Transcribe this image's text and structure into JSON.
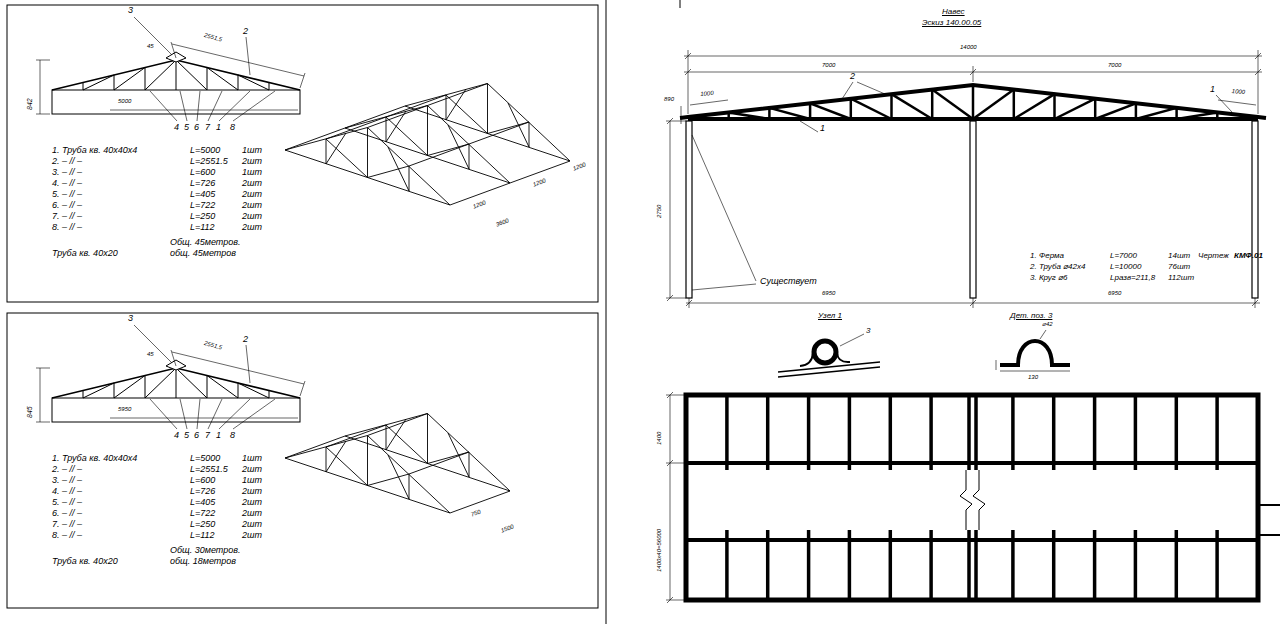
{
  "diagram": {
    "title": "Навес",
    "labels": [
      "3",
      "2",
      "45",
      "2551,5",
      "842",
      "5000",
      "4",
      "5",
      "6",
      "7",
      "1",
      "8",
      "1200",
      "1200",
      "1200",
      "3600",
      "1. Труба кв. 40х40х4",
      "L=5000",
      "1шт",
      "2. – // –",
      "L=2551.5",
      "2шт",
      "3. – // –",
      "L=600",
      "1шт",
      "4. – // –",
      "L=726",
      "2шт",
      "5. – // –",
      "L=405",
      "2шт",
      "6. – // –",
      "L=722",
      "2шт",
      "7. – // –",
      "L=250",
      "2шт",
      "8. – // –",
      "L=112",
      "2шт",
      "Общ. 45метров.",
      "Труба кв. 40х20",
      "общ. 45метров",
      "3",
      "2",
      "45",
      "2551,5",
      "845",
      "5950",
      "4",
      "5",
      "6",
      "7",
      "1",
      "8",
      "750",
      "1500",
      "1. Труба кв. 40х40х4",
      "L=5000",
      "1шт",
      "2. – // –",
      "L=2551.5",
      "2шт",
      "3. – // –",
      "L=600",
      "1шт",
      "4. – // –",
      "L=726",
      "2шт",
      "5. – // –",
      "L=405",
      "2шт",
      "6. – // –",
      "L=722",
      "2шт",
      "7. – // –",
      "L=250",
      "2шт",
      "8. – // –",
      "L=112",
      "2шт",
      "Общ. 30метров.",
      "Труба кв. 40х20",
      "общ. 18метров",
      "Эскиз 140.00.05",
      "14000",
      "7000",
      "7000",
      "2",
      "1000",
      "1",
      "1000",
      "890",
      "1",
      "2750",
      "Существует",
      "6950",
      "6950",
      "1. Ферма",
      "L=7000",
      "14шт",
      "Чертеж",
      "КМФ.01",
      "2. Труба ⌀42х4",
      "L=10000",
      "76шт",
      "3. Круг ⌀6",
      "Lразв=211,8",
      "112шт",
      "Узел 1",
      "3",
      "Дет. поз. 3",
      "⌀42",
      "130",
      "1400",
      "1400х40=56000"
    ]
  }
}
